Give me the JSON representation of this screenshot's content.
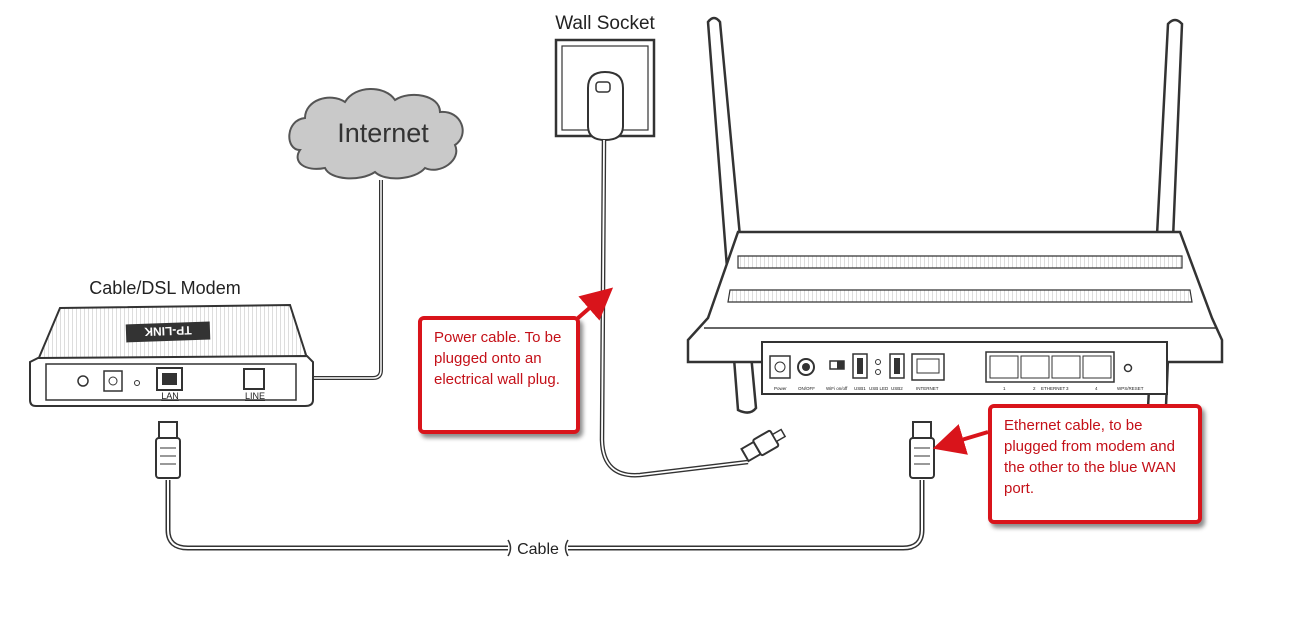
{
  "labels": {
    "internet": "Internet",
    "wall_socket": "Wall Socket",
    "modem": "Cable/DSL Modem",
    "cable": "Cable",
    "modem_brand": "TP-LINK",
    "modem_lan": "LAN",
    "modem_line": "LINE"
  },
  "router_ports": {
    "power": "Power",
    "onoff": "ON/OFF",
    "wifi": "WiFi on/off",
    "usb1": "USB1",
    "usb_led": "USB LED",
    "usb2": "USB2",
    "internet": "INTERNET",
    "eth1": "1",
    "eth2": "2",
    "ethernet": "ETHERNET",
    "eth3": "3",
    "eth4": "4",
    "wps": "WPS/RESET"
  },
  "callouts": {
    "power": "Power cable. To be plugged onto an electrical wall plug.",
    "ethernet": "Ethernet cable, to be plugged from modem and the other to the blue WAN port."
  },
  "colors": {
    "accent": "#d9141b",
    "callout_text": "#c41018",
    "line": "#222222"
  }
}
